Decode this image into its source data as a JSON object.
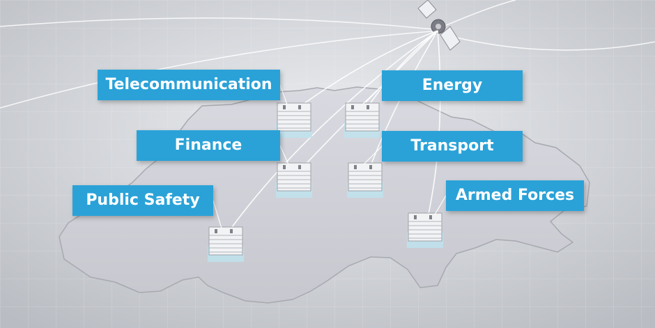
{
  "labels": {
    "telecommunication": "Telecommunication",
    "energy": "Energy",
    "finance": "Finance",
    "transport": "Transport",
    "public_safety": "Public Safety",
    "armed_forces": "Armed Forces"
  },
  "colors": {
    "label_bg": "#2aa2d8",
    "label_text": "#ffffff",
    "map_fill": "#cfd0d7",
    "background": "#d9dbdf",
    "link_lines": "#ffffff"
  }
}
